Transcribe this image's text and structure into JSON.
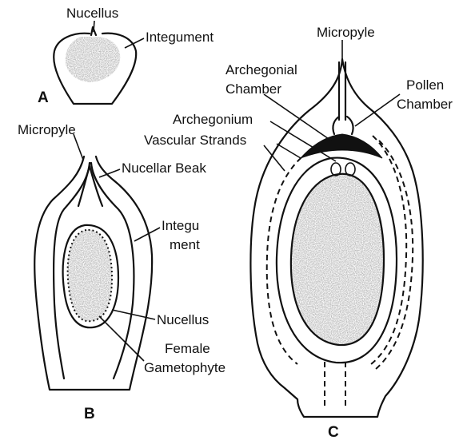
{
  "panel_a": {
    "letter": "A",
    "nucellus": "Nucellus",
    "integument": "Integument"
  },
  "panel_b": {
    "letter": "B",
    "micropyle": "Micropyle",
    "nucellar_beak": "Nucellar  Beak",
    "integument_line1": "Integu",
    "integument_line2": "ment",
    "nucellus": "Nucellus",
    "female_line1": "Female",
    "female_line2": "Gametophyte"
  },
  "panel_c": {
    "letter": "C",
    "micropyle": "Micropyle",
    "archegonial_line1": "Archegonial",
    "archegonial_line2": "Chamber",
    "pollen_line1": "Pollen",
    "pollen_line2": "Chamber",
    "archegonium": "Archegonium",
    "vascular_strands": "Vascular Strands"
  }
}
